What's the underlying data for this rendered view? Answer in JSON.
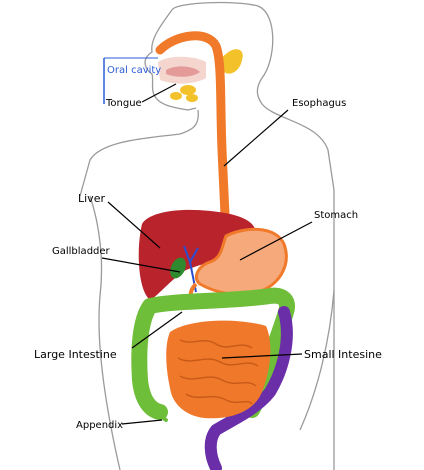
{
  "diagram": {
    "labels": {
      "oral_cavity": "Oral cavity",
      "tongue": "Tongue",
      "esophagus": "Esophagus",
      "liver": "Liver",
      "stomach": "Stomach",
      "gallbladder": "Gallbladder",
      "large_intestine": "Large Intestine",
      "small_intestine": "Small Intesine",
      "appendix": "Appendix"
    },
    "colors": {
      "outline": "#9a9a9a",
      "esophagus": "#f07a2a",
      "stomach": "#f6a97a",
      "liver": "#b9232c",
      "gallbladder": "#2f8a2f",
      "large_intestine": "#6fbe3a",
      "small_intestine": "#f0782a",
      "rectum": "#6a2fa8",
      "salivary_gland": "#f3c12a",
      "bile_duct": "#2a4fd0",
      "oral_bracket": "#2a5bd7"
    }
  }
}
